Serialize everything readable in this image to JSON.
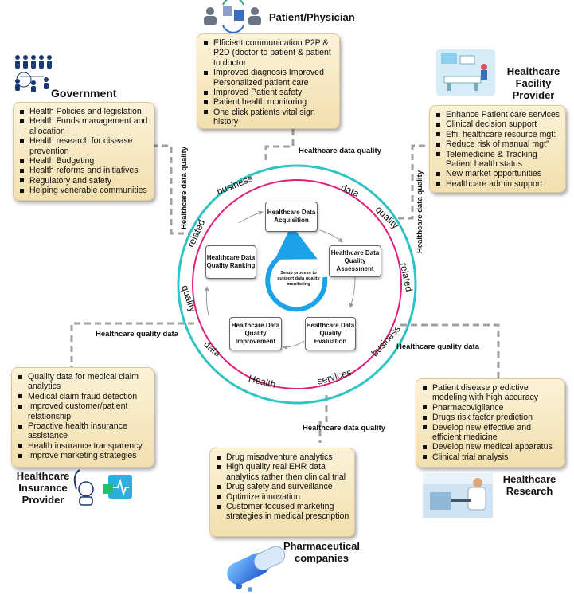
{
  "center": {
    "ring_words": [
      "business",
      "data",
      "quality",
      "related",
      "business",
      "services",
      "Health",
      "data",
      "quality",
      "related"
    ],
    "process_label": "Setup process to support data quality monitoring",
    "steps": [
      "Healthcare Data Acquisition",
      "Healthcare Data Quality Assessment",
      "Healthcare Data Quality Evaluation",
      "Healthcare Data Quality Improvement",
      "Healthcare Data Quality Ranking"
    ]
  },
  "patient": {
    "title": "Patient/Physician",
    "items": [
      "Efficient communication P2P & P2D (doctor to patient & patient to doctor",
      "Improved diagnosis Improved Personalized patient care",
      "Improved Patient safety",
      "Patient health monitoring",
      "One click patients vital sign history"
    ],
    "link_label": "Healthcare data quality"
  },
  "government": {
    "title": "Government",
    "items": [
      "Health Policies and legislation",
      "Health Funds management and allocation",
      "Health research for disease prevention",
      "Health Budgeting",
      "Health reforms and initiatives",
      "Regulatory and safety",
      "Helping venerable communities"
    ],
    "link_label": "Healthcare data quality"
  },
  "facility": {
    "title": "Healthcare Facility Provider",
    "items": [
      "Enhance Patient care services",
      "Clinical decision support",
      "Effi: healthcare resource mgt:",
      "Reduce risk of manual mgt\"",
      "Telemedicine & Tracking Patient health status",
      "New market opportunities",
      "Healthcare admin support"
    ],
    "link_label": "Healthcare data quality"
  },
  "insurance": {
    "title": "Healthcare Insurance Provider",
    "items": [
      "Quality data for medical claim analytics",
      "Medical claim fraud detection",
      "Improved customer/patient relationship",
      "Proactive health insurance assistance",
      "Health insurance transparency",
      "Improve marketing strategies"
    ],
    "link_label": "Healthcare quality data"
  },
  "research": {
    "title": "Healthcare Research",
    "items": [
      "Patient disease predictive modeling with high accuracy",
      "Pharmacovigilance",
      "Drugs risk factor prediction",
      "Develop new effective and efficient medicine",
      "Develop new medical apparatus",
      "Clinical trial analysis"
    ],
    "link_label": "Healthcare quality data"
  },
  "pharma": {
    "title": "Pharmaceutical companies",
    "items": [
      "Drug misadventure analytics",
      "High quality real EHR data analytics rather then clinical trial",
      "Drug safety and surveillance",
      "Optimize innovation",
      "Customer focused marketing strategies in medical prescription"
    ],
    "link_label": "Healthcare data quality"
  },
  "colors": {
    "outer_ring": "#2ec4c4",
    "inner_ring": "#e0207a",
    "process_arrow": "#1aa3e8",
    "box_fill": "#f6e6bb",
    "connector": "#a0a0a0"
  }
}
